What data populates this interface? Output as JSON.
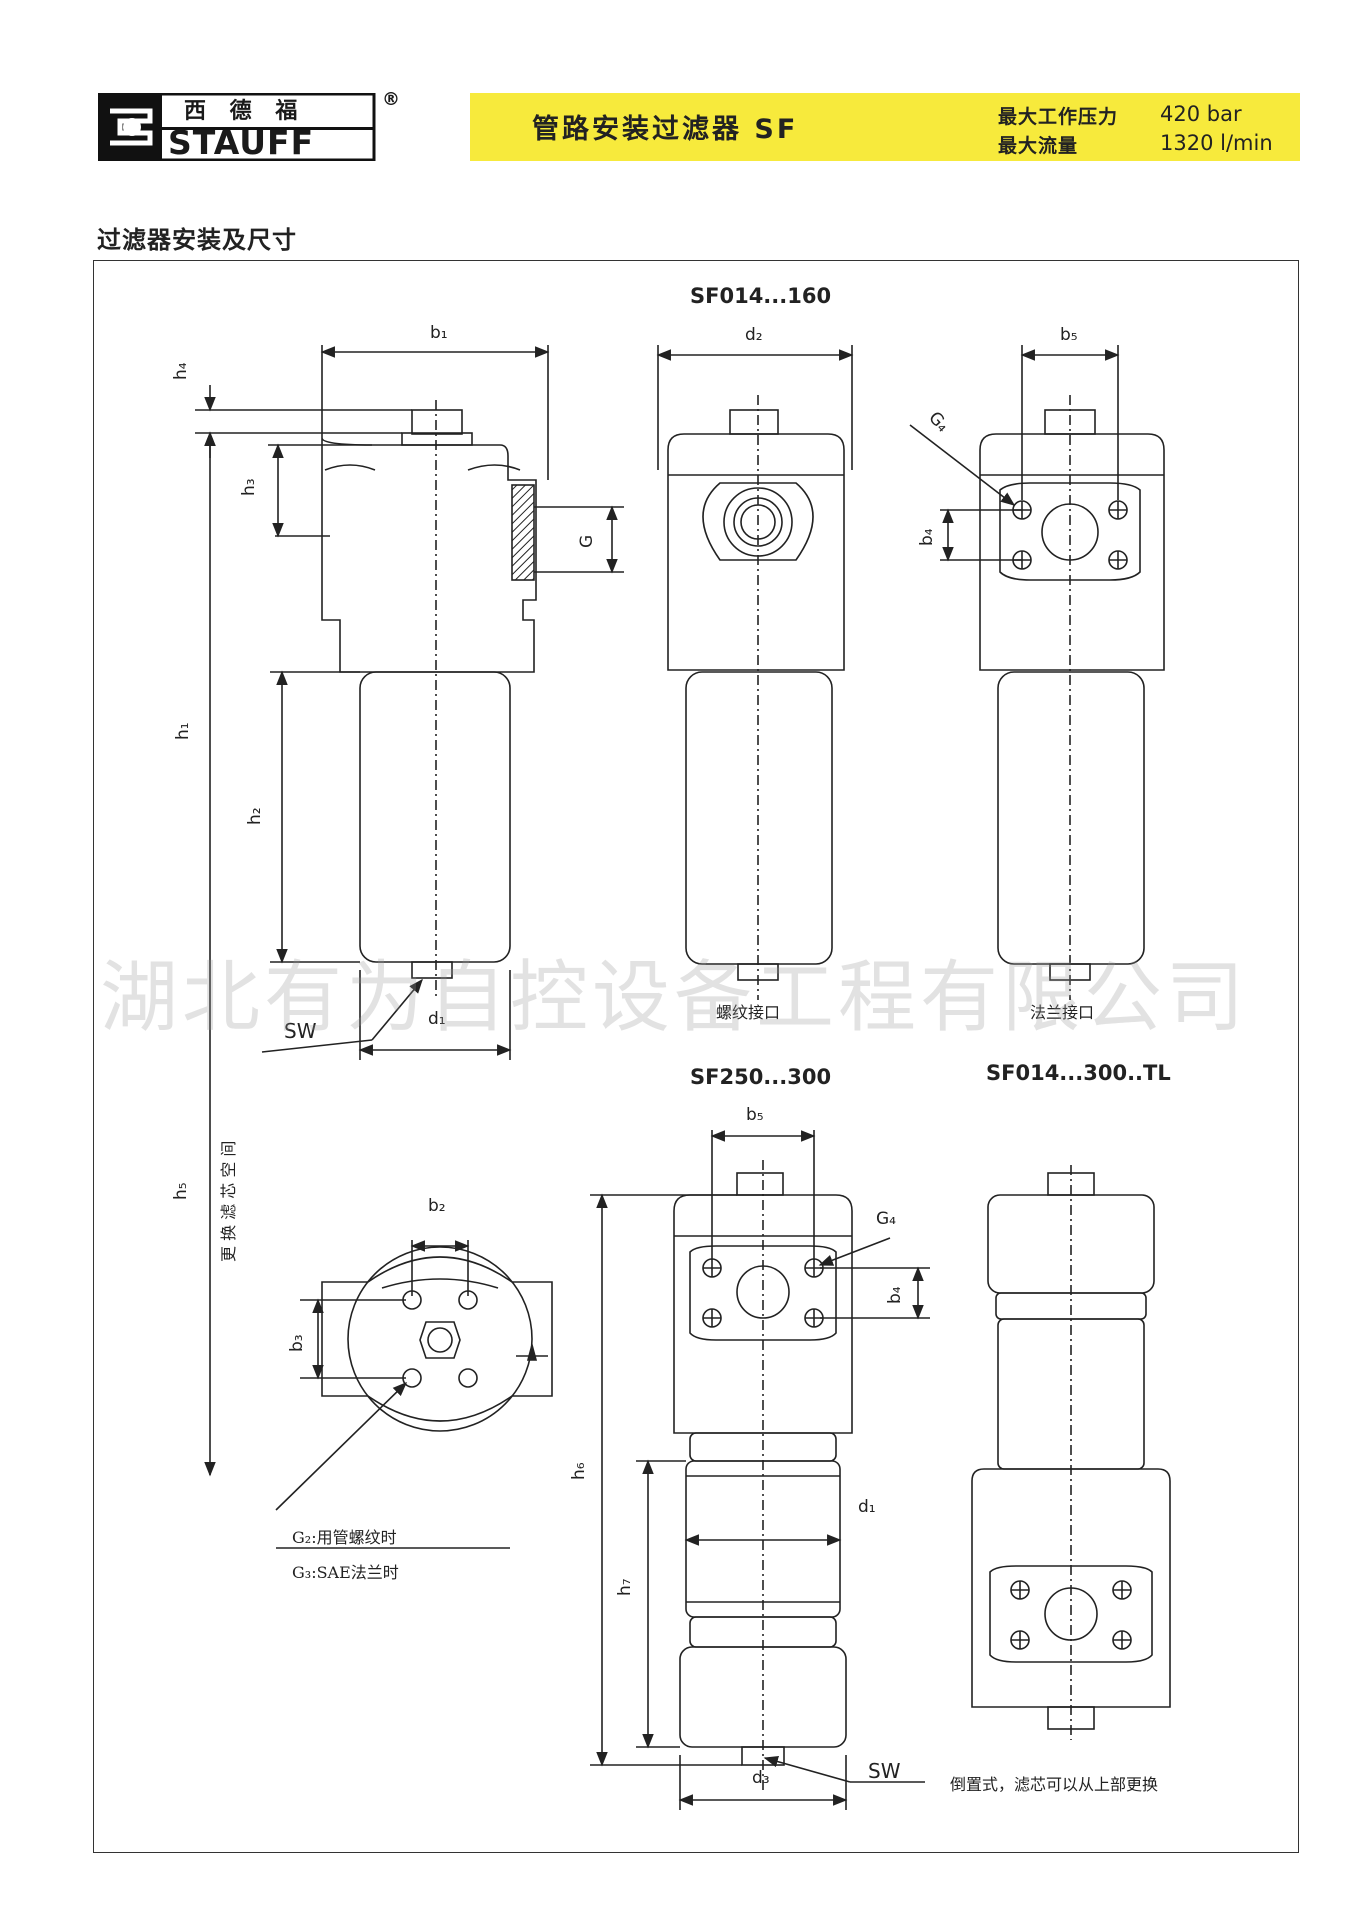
{
  "header": {
    "logo_cn": "西 德 福",
    "logo_brand": "STAUFF",
    "logo_reg": "®",
    "title": "管路安装过滤器 SF",
    "specs": [
      {
        "label": "最大工作压力",
        "value": "420 bar"
      },
      {
        "label": "最大流量",
        "value": "1320 l/min"
      }
    ]
  },
  "section_title": "过滤器安装及尺寸",
  "watermark": "湖北有为自控设备工程有限公司",
  "drawing": {
    "models": {
      "top": "SF014...160",
      "mid": "SF250...300",
      "tl": "SF014...300..TL"
    },
    "dims": {
      "b1": "b₁",
      "d2": "d₂",
      "b5_top": "b₅",
      "b5_mid": "b₅",
      "h4": "h₄",
      "h3": "h₃",
      "h1": "h₁",
      "h2": "h₂",
      "h5": "h₅",
      "h6": "h₆",
      "h7": "h₇",
      "G": "G",
      "G4_top": "G₄",
      "G4_mid": "G₄",
      "b4_top": "b₄",
      "b4_mid": "b₄",
      "b2": "b₂",
      "b3": "b₃",
      "d1_left": "d₁",
      "d1_mid": "d₁",
      "d3": "d₃",
      "SW_left": "SW",
      "SW_mid": "SW"
    },
    "captions": {
      "thread_port": "螺纹接口",
      "flange_port": "法兰接口",
      "element_space": "更 换 滤 芯 空 间",
      "g2": "G₂:用管螺纹时",
      "g3": "G₃:SAE法兰时",
      "inverted": "倒置式，滤芯可以从上部更换"
    }
  }
}
